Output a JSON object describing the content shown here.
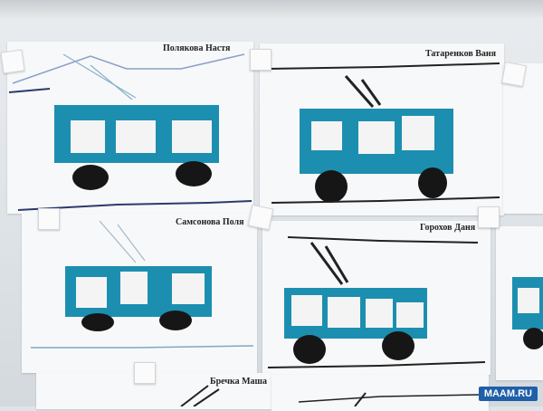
{
  "drawings": [
    {
      "name": "Полякова Настя"
    },
    {
      "name": "Татаренков Ваня"
    },
    {
      "name": "Самсонова Поля"
    },
    {
      "name": "Горохов Даня"
    },
    {
      "name": "Бречка Маша"
    }
  ],
  "watermark": "MAAM.RU",
  "colors": {
    "bus": "#1c8fb0",
    "window": "#f4f4f4",
    "wheel": "#161616",
    "wall": "#dfe4e8",
    "paper": "#f7f8f9"
  }
}
